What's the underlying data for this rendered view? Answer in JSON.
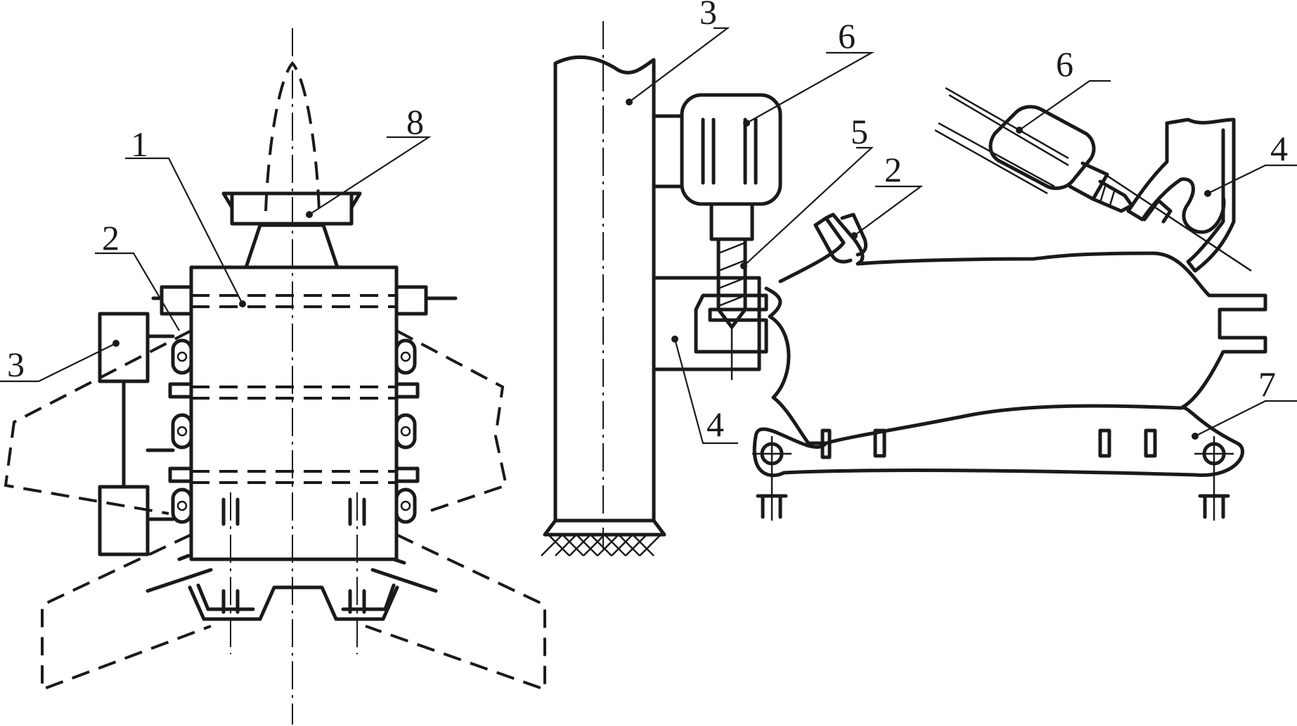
{
  "figure": {
    "callouts": {
      "left_1": "1",
      "left_2": "2",
      "left_3": "3",
      "left_8": "8",
      "mid_3": "3",
      "mid_4": "4",
      "mid_5": "5",
      "mid_6": "6",
      "right_2": "2",
      "right_4": "4",
      "right_6": "6",
      "right_7": "7"
    }
  }
}
